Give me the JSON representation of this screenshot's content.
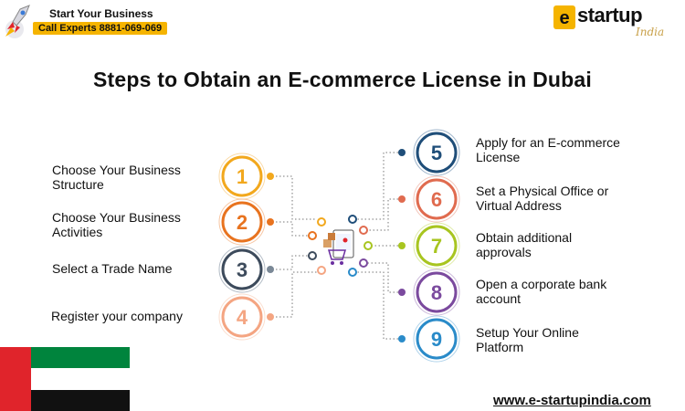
{
  "promo": {
    "line1": "Start Your Business",
    "line2": "Call Experts 8881-069-069"
  },
  "brand": {
    "e_letter": "e",
    "name": "startup",
    "script": "India"
  },
  "title": "Steps to Obtain an E-commerce License in Dubai",
  "website": "www.e-startupindia.com",
  "colors": {
    "step1": "#f2a81d",
    "step2": "#e8731f",
    "step3": "#3d4b5c",
    "step4": "#f4a582",
    "step5": "#1f4e79",
    "step6": "#e06b4f",
    "step7": "#a8c520",
    "step8": "#7b4a9e",
    "step9": "#2a8bc9"
  },
  "steps": {
    "s1": {
      "num": "1",
      "line1": "Choose Your Business",
      "line2": "Structure"
    },
    "s2": {
      "num": "2",
      "line1": "Choose Your Business",
      "line2": "Activities"
    },
    "s3": {
      "num": "3",
      "line1": "Select a Trade Name",
      "line2": ""
    },
    "s4": {
      "num": "4",
      "line1": "Register your company",
      "line2": ""
    },
    "s5": {
      "num": "5",
      "line1": "Apply for an E-commerce",
      "line2": "License"
    },
    "s6": {
      "num": "6",
      "line1": "Set a Physical Office or",
      "line2": "Virtual Address"
    },
    "s7": {
      "num": "7",
      "line1": "Obtain additional",
      "line2": "approvals"
    },
    "s8": {
      "num": "8",
      "line1": "Open a corporate bank",
      "line2": "account"
    },
    "s9": {
      "num": "9",
      "line1": "Setup Your Online",
      "line2": "Platform"
    }
  },
  "icons": {
    "center": "ecommerce-cart-icon",
    "rocket": "rocket-icon",
    "flag": "uae-flag"
  }
}
